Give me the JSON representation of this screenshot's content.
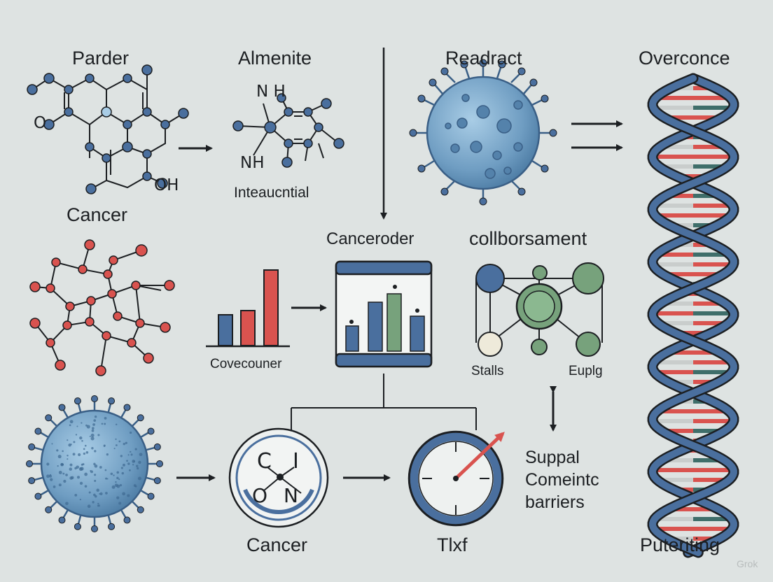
{
  "labels": {
    "parder": "Parder",
    "almenite": "Almenite",
    "readract": "Readract",
    "overconce": "Overconce",
    "cancer_top": "Cancer",
    "nh_top": "N H",
    "nh_bottom": "NH",
    "oh": "OH",
    "o_left": "O",
    "inteaucntial": "Inteaucntial",
    "canceroder": "Canceroder",
    "collborsament": "collborsament",
    "covecouner": "Covecouner",
    "stalls": "Stalls",
    "euplg": "Euplg",
    "lens_c": "C",
    "lens_i": "I",
    "lens_o": "O",
    "lens_n": "N",
    "supp_lines": [
      "Suppal",
      "Comeintc",
      "barriers"
    ],
    "cancer_bottom": "Cancer",
    "tlxf": "Tlxf",
    "puteriting": "Puteriting",
    "watermark": "Grok"
  },
  "colors": {
    "background": "#dee3e2",
    "node_blue": "#4a6f9e",
    "node_red": "#d9534f",
    "node_green": "#77a27c",
    "virus_blue": "#7aa6c8",
    "dna_rungs": [
      "#d9534f",
      "#3f6e6a",
      "#c9cdcc"
    ]
  },
  "icons": [
    "molecule-hexagon-icon",
    "molecule-nh-icon",
    "virus-icon",
    "dna-helix-icon",
    "molecule-network-icon",
    "bar-chart-icon",
    "monitor-chart-icon",
    "network-nodes-icon",
    "virus-large-icon",
    "magnifier-lens-icon",
    "gauge-arrow-icon",
    "double-arrow-icon"
  ]
}
